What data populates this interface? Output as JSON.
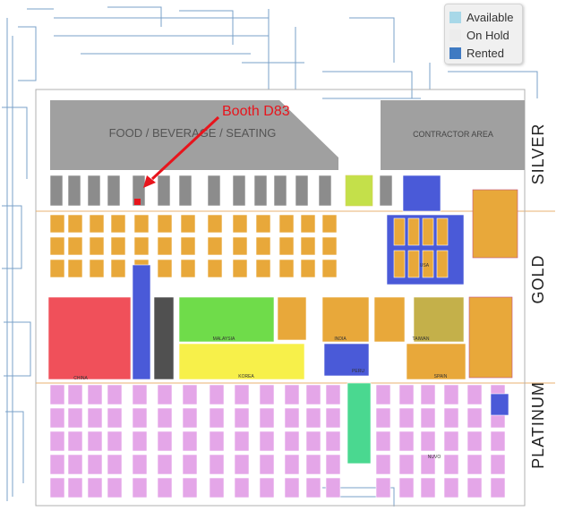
{
  "legend": {
    "items": [
      {
        "label": "Available",
        "color": "#a8d8e8"
      },
      {
        "label": "On Hold",
        "color": "#ececec"
      },
      {
        "label": "Rented",
        "color": "#3f7ac2"
      }
    ]
  },
  "zones": {
    "silver": "SILVER",
    "gold": "GOLD",
    "platinum": "PLATINUM"
  },
  "areas": {
    "food": "FOOD / BEVERAGE / SEATING",
    "contractor": "CONTRACTOR AREA"
  },
  "pavilions": [
    "CHINA",
    "MALAYSIA",
    "KOREA",
    "INDIA",
    "TAIWAN",
    "SPAIN",
    "PERU",
    "NUVO",
    "USA"
  ],
  "callout": {
    "label": "Booth D83",
    "color": "#e8141c"
  },
  "colors": {
    "gold_booth": "#e8a83a",
    "platinum_booth": "#e4a6e8",
    "silver_booth": "#8c8c8c",
    "food_area": "#a0a0a0",
    "china": "#f0505a",
    "malaysia": "#6fdc4a",
    "korea": "#f7f04a",
    "india": "#e8a83a",
    "taiwan": "#c4b04a",
    "rented": "#4a5ad8",
    "highlight_green": "#4ad890"
  }
}
